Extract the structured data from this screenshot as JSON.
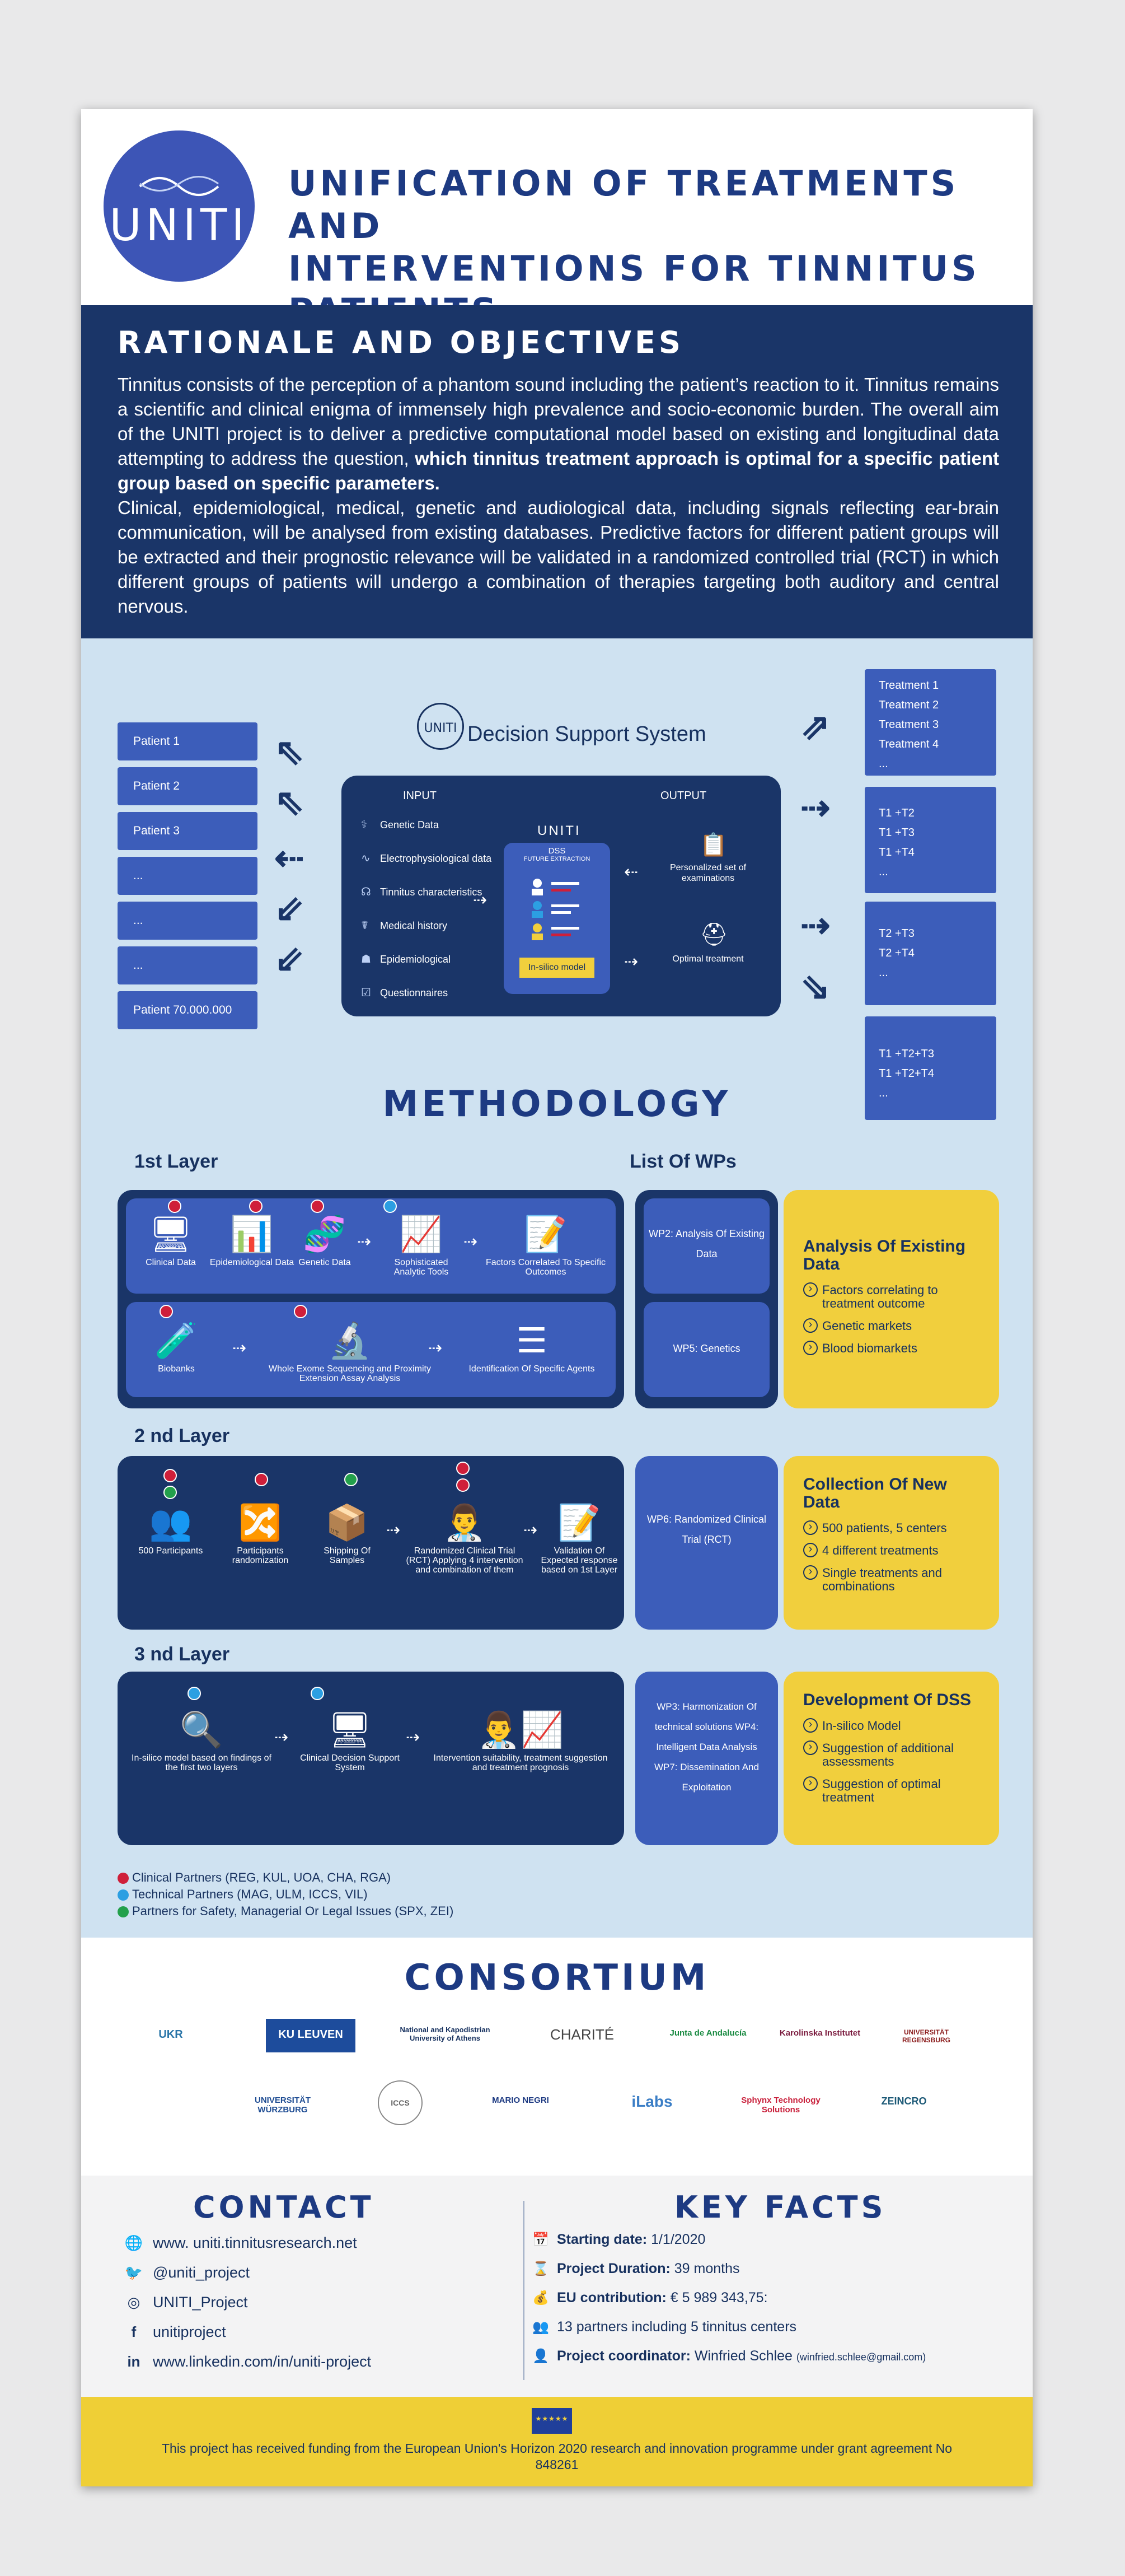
{
  "header": {
    "logo_text": "UNITI",
    "title_line1": "UNIFICATION OF TREATMENTS AND",
    "title_line2": "INTERVENTIONS FOR TINNITUS PATIENTS"
  },
  "rationale": {
    "heading": "RATIONALE AND OBJECTIVES",
    "p1": "Tinnitus consists of the perception of a phantom sound including the patient’s reaction to it. Tinnitus remains a scientific and clinical enigma of immensely high prevalence and socio-economic burden. The overall aim of the UNITI project is to deliver a predictive computational model based on existing and longitudinal data attempting to address the question,",
    "p1_bold": "which tinnitus treatment approach is optimal for a specific patient group based on specific parameters.",
    "p2": "Clinical, epidemiological, medical, genetic and audiological data, including signals reflecting ear-brain communication, will be analysed from existing databases. Predictive factors for different patient groups will be extracted and their prognostic relevance will be validated in a randomized controlled trial (RCT) in which different groups of patients will undergo a combination of therapies targeting both auditory and central nervous."
  },
  "dss": {
    "logo": "UNITI",
    "title": "Decision Support System",
    "input_label": "INPUT",
    "output_label": "OUTPUT",
    "core_title": "UNITI",
    "core_sub1": "DSS",
    "core_sub2": "FUTURE EXTRACTION",
    "insilico": "In-silico model",
    "inputs": [
      "Genetic Data",
      "Electrophysiological data",
      "Tinnitus characteristics",
      "Medical history",
      "Epidemiological",
      "Questionnaires"
    ],
    "output1": "Personalized set of examinations",
    "output2": "Optimal treatment",
    "patients": [
      "Patient 1",
      "Patient 2",
      "Patient 3",
      "...",
      "...",
      "...",
      "Patient 70.000.000"
    ],
    "treatments": [
      [
        "Treatment 1",
        "Treatment 2",
        "Treatment 3",
        "Treatment 4",
        "..."
      ],
      [
        "T1 +T2",
        "T1 +T3",
        "T1 +T4",
        "..."
      ],
      [
        "T2 +T3",
        "T2 +T4",
        "..."
      ],
      [
        "T1 +T2+T3",
        "T1 +T2+T4",
        "..."
      ]
    ]
  },
  "methodology": {
    "heading": "METHODOLOGY",
    "layer1": "1st Layer",
    "layer2": "2 nd Layer",
    "layer3": "3 nd Layer",
    "list_wps": "List Of WPs",
    "l1_row1": [
      "Clinical Data",
      "Epidemiological Data",
      "Genetic Data",
      "Sophisticated Analytic Tools",
      "Factors Correlated To Specific Outcomes"
    ],
    "l1_row2": [
      "Biobanks",
      "Whole Exome Sequencing and Proximity Extension Assay Analysis",
      "Identification Of Specific Agents"
    ],
    "l2_steps": [
      "500 Participants",
      "Participants randomization",
      "Shipping Of Samples",
      "Randomized Clinical Trial (RCT) Applying 4 intervention and combination of them",
      "Validation Of Expected response based on 1st Layer"
    ],
    "l3_steps": [
      "In-silico model based on findings of the first two layers",
      "Clinical Decision Support System",
      "Intervention suitability, treatment suggestion and treatment prognosis"
    ],
    "wp1a": "WP2: Analysis Of Existing Data",
    "wp1b": "WP5: Genetics",
    "wp2": "WP6: Randomized Clinical Trial (RCT)",
    "wp3": "WP3: Harmonization Of technical solutions WP4: Intelligent Data Analysis WP7: Dissemination And Exploitation",
    "y1_title": "Analysis Of Existing Data",
    "y1_items": [
      "Factors correlating to treatment outcome",
      "Genetic markets",
      "Blood biomarkets"
    ],
    "y2_title": "Collection Of New Data",
    "y2_items": [
      "500 patients, 5 centers",
      "4 different treatments",
      "Single treatments and combinations"
    ],
    "y3_title": "Development Of DSS",
    "y3_items": [
      "In-silico Model",
      "Suggestion of additional assessments",
      "Suggestion of optimal treatment"
    ],
    "legend": [
      "Clinical Partners (REG, KUL, UOA, CHA, RGA)",
      "Technical Partners (MAG, ULM, ICCS, VIL)",
      "Partners for Safety, Managerial Or Legal Issues (SPX, ZEI)"
    ],
    "colors": {
      "clinical": "#cf1f3a",
      "technical": "#2c9fe2",
      "safety": "#23a04b"
    }
  },
  "consortium": {
    "heading": "CONSORTIUM",
    "row1": [
      "UKR",
      "KU LEUVEN",
      "National and Kapodistrian University of Athens",
      "CHARITÉ",
      "Junta de Andalucía",
      "Karolinska Institutet",
      "UNIVERSITÄT REGENSBURG"
    ],
    "row2": [
      "UNIVERSITÄT WÜRZBURG",
      "ICCS",
      "MARIO NEGRI",
      "iLabs",
      "Sphynx Technology Solutions",
      "ZEINCRO"
    ]
  },
  "contact": {
    "heading": "CONTACT",
    "items": [
      "www. uniti.tinnitusresearch.net",
      "@uniti_project",
      "UNITI_Project",
      "unitiproject",
      "www.linkedin.com/in/uniti-project"
    ]
  },
  "facts": {
    "heading": "KEY FACTS",
    "start_label": "Starting date:",
    "start_value": " 1/1/2020",
    "duration_label": "Project Duration:",
    "duration_value": " 39 months",
    "eu_label": "EU contribution:",
    "eu_value": " € 5 989 343,75:",
    "partners": "13 partners including 5 tinnitus centers",
    "coord_label": "Project coordinator:",
    "coord_value": " Winfried Schlee ",
    "coord_email": "(winfried.schlee@gmail.com)"
  },
  "funding": {
    "text": "This project has received funding from the European Union's Horizon 2020 research and innovation programme under grant agreement No 848261"
  }
}
